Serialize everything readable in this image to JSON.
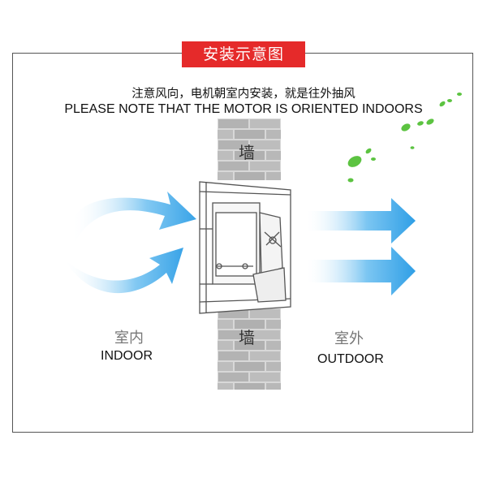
{
  "title": "安装示意图",
  "note": {
    "chinese": "注意风向，电机朝室内安装，就是往外抽风",
    "english": "PLEASE NOTE THAT THE MOTOR IS ORIENTED INDOORS"
  },
  "wall_label": "墙",
  "indoor": {
    "chinese": "室内",
    "english": "INDOOR"
  },
  "outdoor": {
    "chinese": "室外",
    "english": "OUTDOOR"
  },
  "colors": {
    "title_bg": "#e52a2a",
    "arrow_blue": "#3fa9ec",
    "brick": "#b5b5b5",
    "leaf": "#5cc341"
  }
}
